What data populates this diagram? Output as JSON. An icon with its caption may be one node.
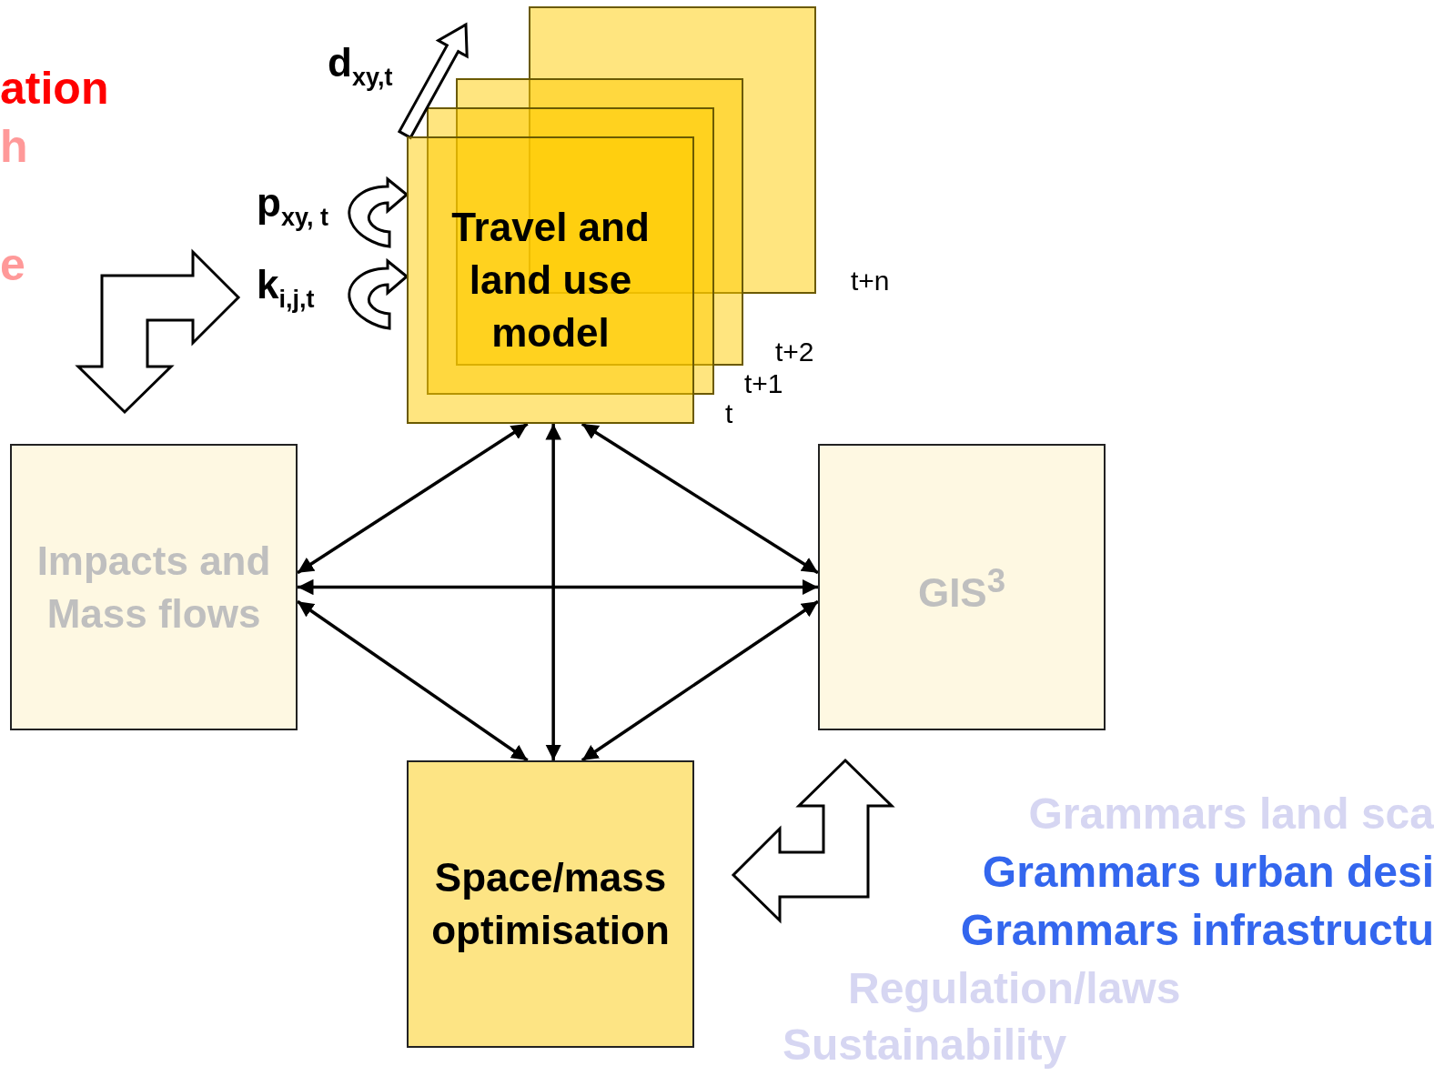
{
  "diagram": {
    "nodes": [
      {
        "text": [
          "Travel and land use model"
        ]
      },
      {
        "text": [
          "Impacts and Mass flows"
        ]
      },
      {
        "text": [
          "GIS$^{3}$"
        ]
      },
      {
        "text": [
          "Space/mass optimisation"
        ]
      },
      {
        "text": [
          "p$_{xy, t}$"
        ]
      },
      {
        "text": [
          "k$_{i,j,t}$"
        ]
      }
    ],
    "edges": [
      {
        "from": 0,
        "to": 1,
        "arrow": "both"
      },
      {
        "from": 0,
        "to": 2,
        "arrow": "both"
      },
      {
        "from": 1,
        "to": 3,
        "arrow": "both"
      },
      {
        "from": 2,
        "to": 3,
        "arrow": "both"
      },
      {
        "from": 0,
        "to": 3,
        "arrow": "both"
      },
      {
        "from": 1,
        "to": 2,
        "arrow": "both"
      },
      {
        "from": 4,
        "to": 0,
        "arrow": "to"
      },
      {
        "from": 5,
        "to": 0,
        "arrow": "to"
      },
      {
        "from": 0,
        "to": null,
        "arrow": "to",
        "label": "d$_{xy,t}$"
      }
    ],
    "labels": [
      "ation",
      "h",
      "e",
      "t+n",
      "t+2",
      "t+1",
      "t",
      "Grammars land sca",
      "Grammars urban desi",
      "Grammars infrastructu",
      "Regulation/laws",
      "Sustainability"
    ]
  }
}
